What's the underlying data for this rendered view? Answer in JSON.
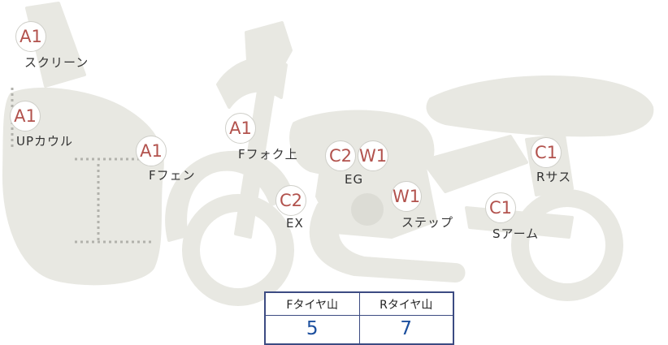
{
  "callouts": [
    {
      "part": "スクリーン",
      "grades": {
        "g1": "A1"
      }
    },
    {
      "part": "UPカウル",
      "grades": {
        "g1": "A1"
      }
    },
    {
      "part": "Fフェン",
      "grades": {
        "g1": "A1"
      }
    },
    {
      "part": "Fフォク上",
      "grades": {
        "g1": "A1"
      }
    },
    {
      "part": "EG",
      "grades": {
        "g1": "C2",
        "g2": "W1"
      }
    },
    {
      "part": "EX",
      "grades": {
        "g1": "C2"
      }
    },
    {
      "part": "ステップ",
      "grades": {
        "g1": "W1"
      }
    },
    {
      "part": "Rサス",
      "grades": {
        "g1": "C1"
      }
    },
    {
      "part": "Sアーム",
      "grades": {
        "g1": "C1"
      }
    }
  ],
  "tire_table": {
    "front_header": "Fタイヤ山",
    "rear_header": "Rタイヤ山",
    "front_value": "5",
    "rear_value": "7"
  },
  "colors": {
    "grade_text": "#b2524d",
    "value_text": "#1c4f9e",
    "table_border": "#3c4b82"
  }
}
